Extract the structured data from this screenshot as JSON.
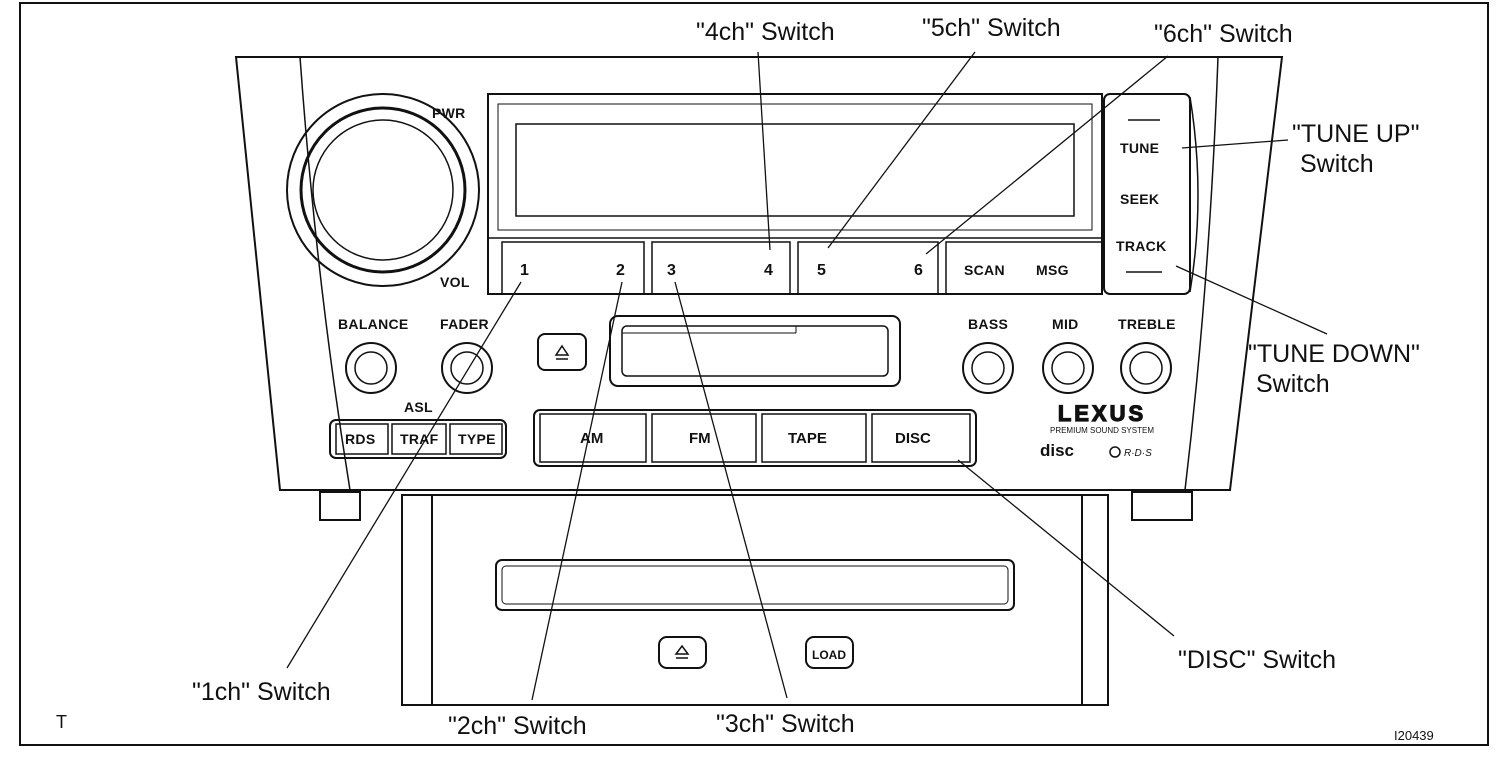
{
  "callouts": {
    "ch1": "\"1ch\" Switch",
    "ch2": "\"2ch\" Switch",
    "ch3": "\"3ch\" Switch",
    "ch4": "\"4ch\" Switch",
    "ch5": "\"5ch\" Switch",
    "ch6": "\"6ch\" Switch",
    "tune_up_1": "\"TUNE UP\"",
    "tune_up_2": "Switch",
    "tune_down_1": "\"TUNE DOWN\"",
    "tune_down_2": "Switch",
    "disc": "\"DISC\" Switch"
  },
  "panel": {
    "pwr": "PWR",
    "vol": "VOL",
    "presets": [
      "1",
      "2",
      "3",
      "4",
      "5",
      "6"
    ],
    "scan": "SCAN",
    "msg": "MSG",
    "tune": "TUNE",
    "seek": "SEEK",
    "track": "TRACK",
    "balance": "BALANCE",
    "fader": "FADER",
    "bass": "BASS",
    "mid": "MID",
    "treble": "TREBLE",
    "asl": "ASL",
    "rds": "RDS",
    "traf": "TRAF",
    "type": "TYPE",
    "am": "AM",
    "fm": "FM",
    "tape": "TAPE",
    "disc_btn": "DISC",
    "brand": "LEXUS",
    "brand_sub": "PREMIUM  SOUND  SYSTEM",
    "disc_logo": "disc",
    "rds_logo": "R·D·S",
    "load": "LOAD"
  },
  "figure": {
    "corner_mark": "T",
    "figure_id": "I20439"
  }
}
